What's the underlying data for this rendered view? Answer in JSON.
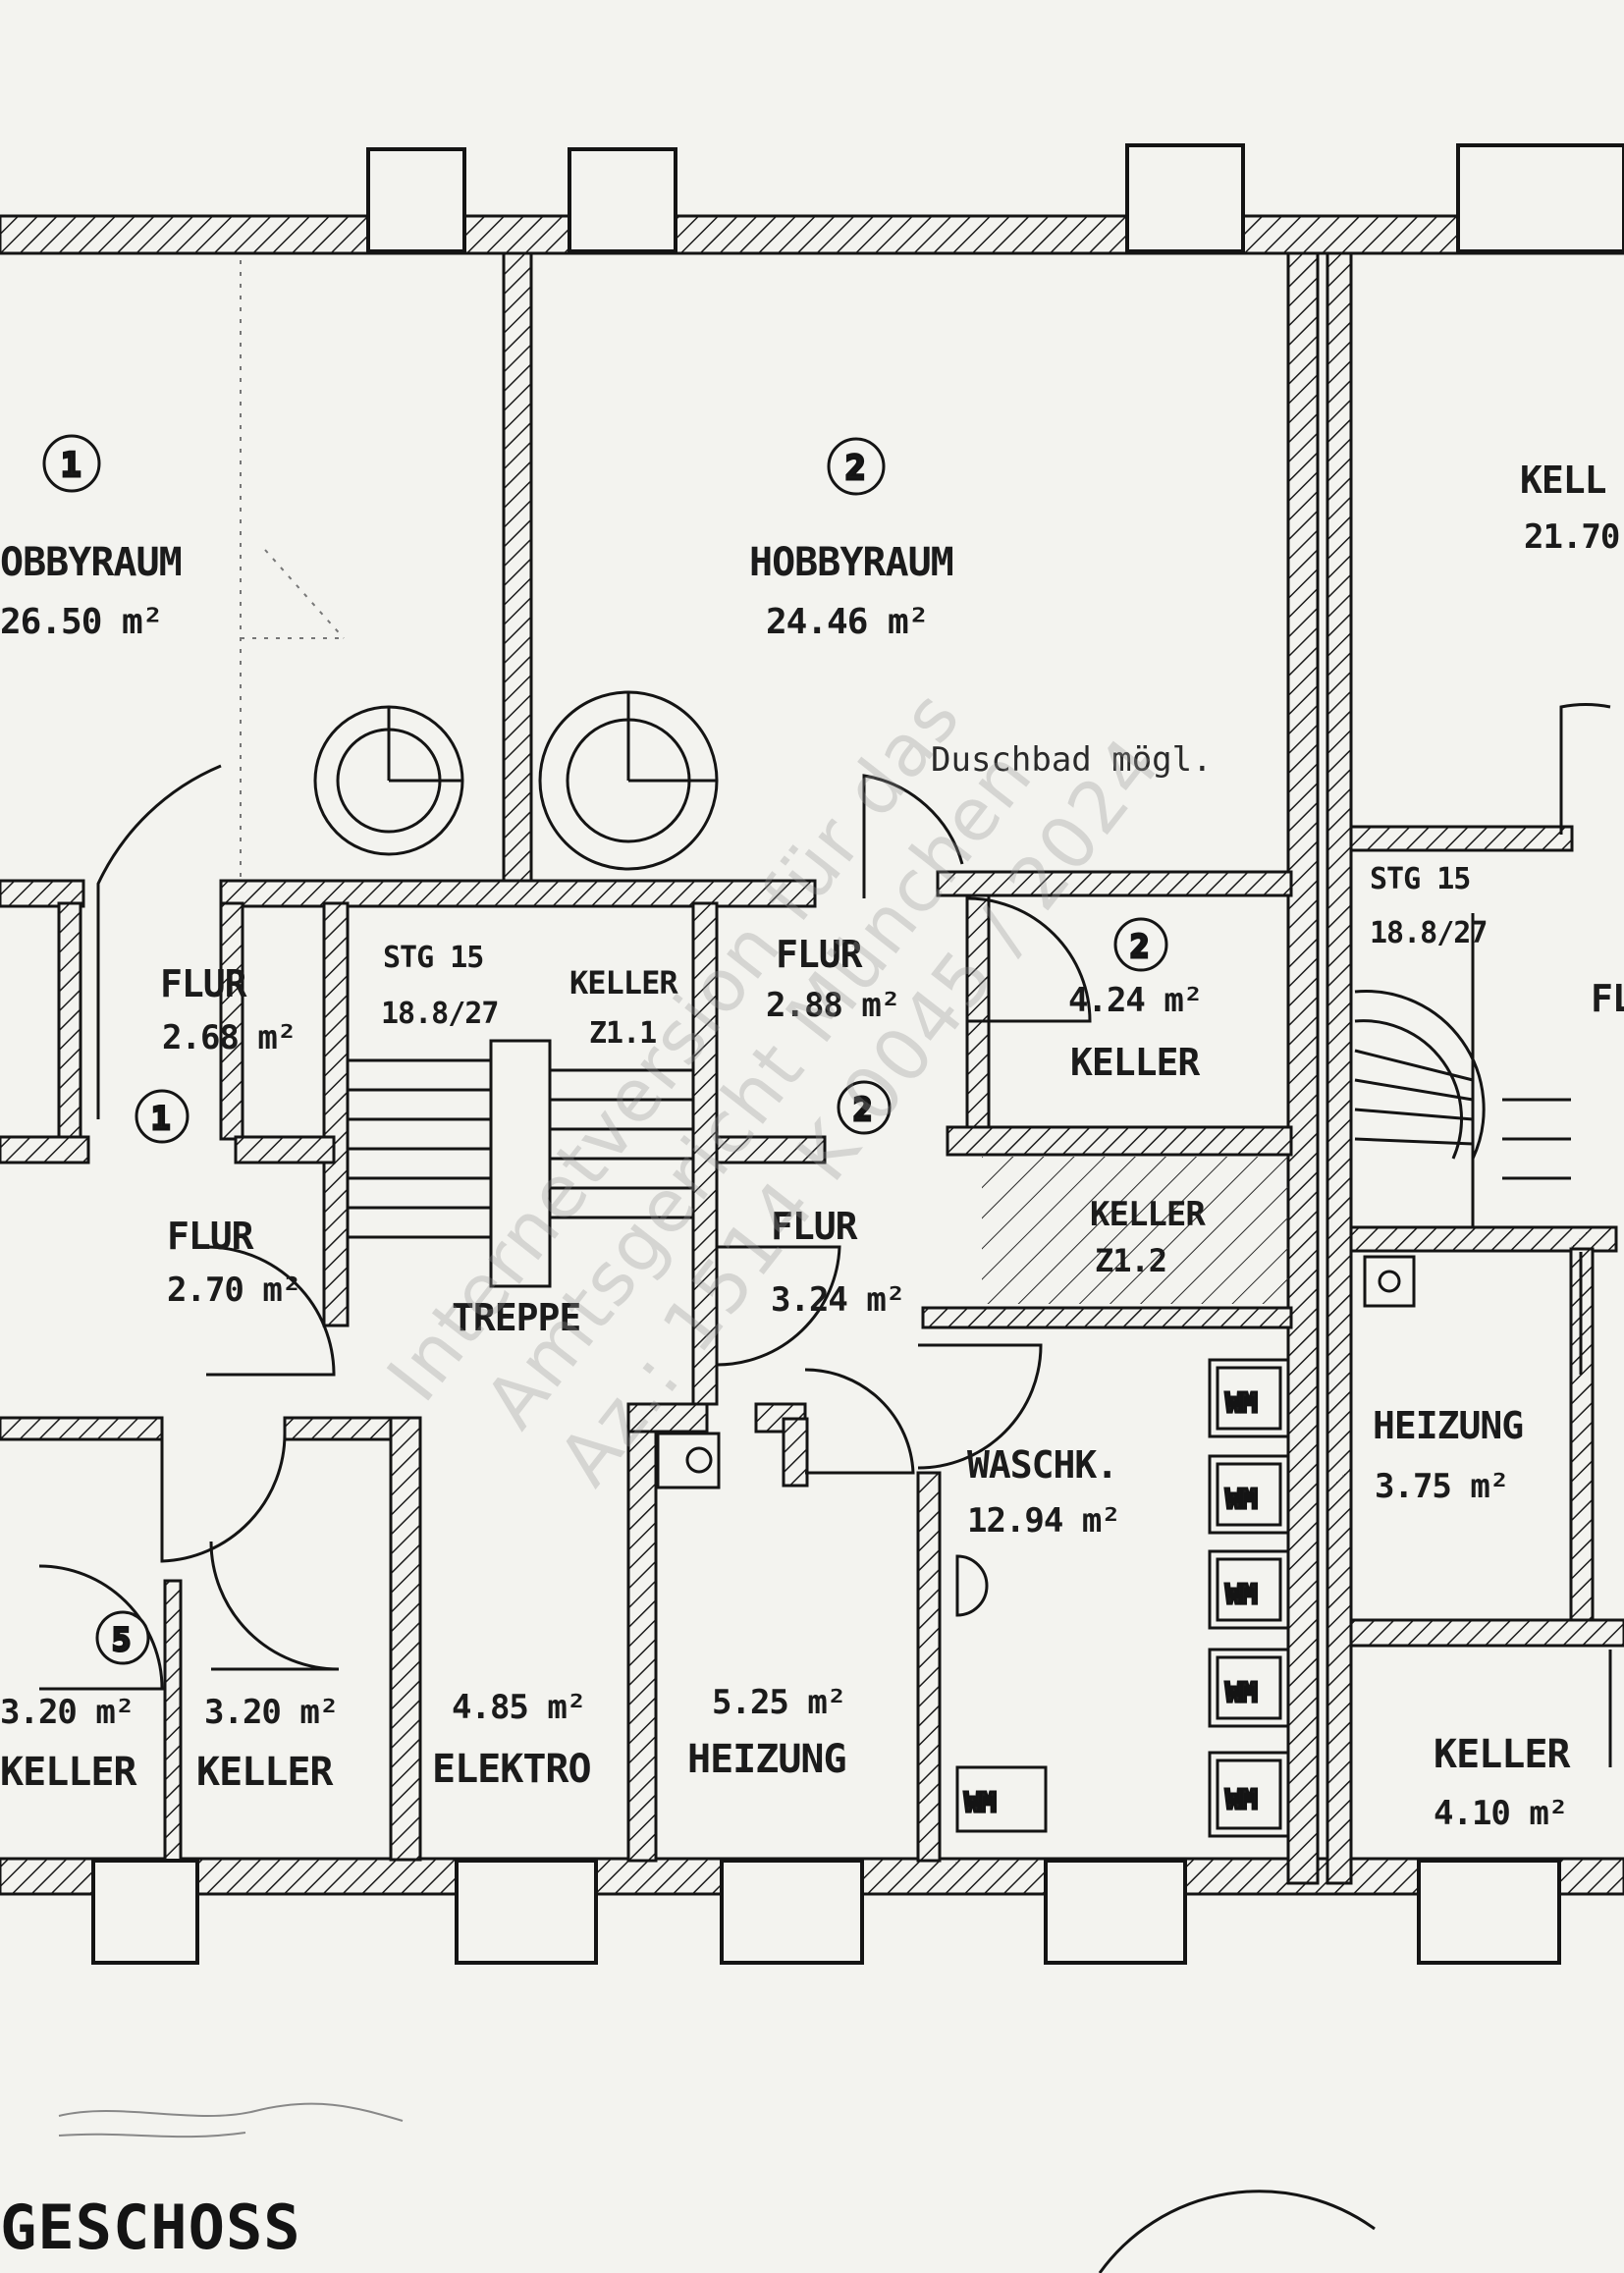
{
  "plan": {
    "title": "GESCHOSS",
    "watermark": {
      "line1": "Internetversion für das",
      "line2": "Amtsgericht München",
      "line3": "Az.: 1514 K 0045 / 2024"
    },
    "unit_markers": [
      "1",
      "2",
      "2",
      "1",
      "2",
      "5"
    ],
    "rooms": {
      "hobby1": {
        "name": "OBBYRAUM",
        "area": "26.50 m²"
      },
      "hobby2": {
        "name": "HOBBYRAUM",
        "area": "24.46 m²",
        "note": "Duschbad mögl."
      },
      "keller_right_top": {
        "name": "KELL",
        "area": "21.70"
      },
      "flur_a": {
        "name": "FLUR",
        "area": "2.68 m²"
      },
      "stg_left": {
        "line1": "STG 15",
        "line2": "18.8/27"
      },
      "keller_mid": {
        "line1": "KELLER",
        "line2": "Z1.1"
      },
      "flur_b": {
        "name": "FLUR",
        "area": "2.88 m²"
      },
      "keller_small": {
        "area": "4.24 m²",
        "name": "KELLER"
      },
      "stg_right": {
        "line1": "STG 15",
        "line2": "18.8/27"
      },
      "flur_c": {
        "name": "FLUR",
        "area": "2.70 m²"
      },
      "treppe": {
        "name": "TREPPE"
      },
      "flur_d": {
        "name": "FLUR",
        "area": "3.24 m²"
      },
      "keller_hatched": {
        "line1": "KELLER",
        "line2": "Z1.2"
      },
      "waschk": {
        "name": "WASCHK.",
        "area": "12.94 m²"
      },
      "heizung_right": {
        "name": "HEIZUNG",
        "area": "3.75 m²"
      },
      "keller_a": {
        "area": "3.20 m²",
        "name": "KELLER"
      },
      "keller_b": {
        "area": "3.20 m²",
        "name": "KELLER"
      },
      "elektro": {
        "area": "4.85 m²",
        "name": "ELEKTRO"
      },
      "heizung_mid": {
        "area": "5.25 m²",
        "name": "HEIZUNG"
      },
      "keller_right_bottom": {
        "name": "KELLER",
        "area": "4.10 m²"
      },
      "flur_edge": {
        "name": "FL"
      }
    },
    "appliance_label": "WM"
  }
}
